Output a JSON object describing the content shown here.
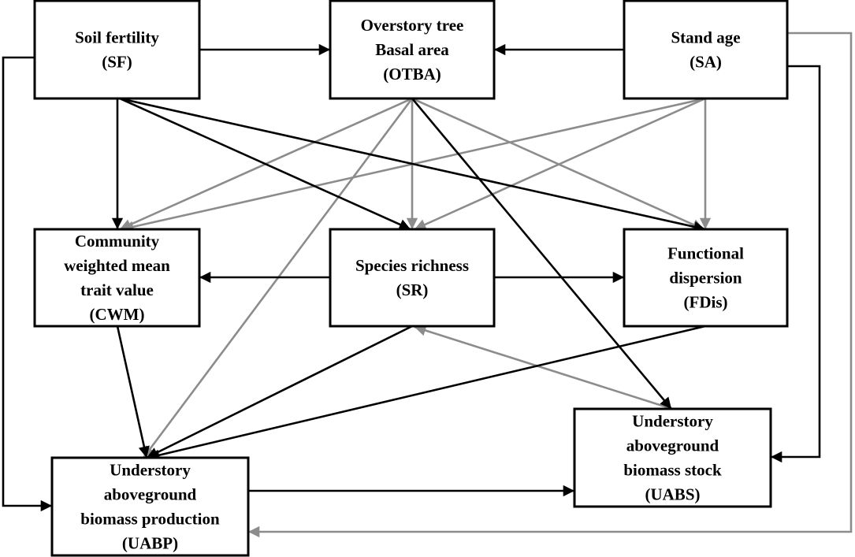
{
  "title": "Structural equation model path diagram",
  "colors": {
    "positive_path": "#000000",
    "negative_path": "#8c8c8c",
    "box_border": "#000000",
    "background": "#ffffff"
  },
  "nodes": {
    "SF": {
      "lines": [
        "Soil fertility",
        "(SF)"
      ]
    },
    "OTBA": {
      "lines": [
        "Overstory tree",
        "Basal area",
        "(OTBA)"
      ]
    },
    "SA": {
      "lines": [
        "Stand age",
        "(SA)"
      ]
    },
    "CWM": {
      "lines": [
        "Community",
        "weighted mean",
        "trait value",
        "(CWM)"
      ]
    },
    "SR": {
      "lines": [
        "Species richness",
        "(SR)"
      ]
    },
    "FDis": {
      "lines": [
        "Functional",
        "dispersion",
        "(FDis)"
      ]
    },
    "UABP": {
      "lines": [
        "Understory",
        "aboveground",
        "biomass production",
        "(UABP)"
      ]
    },
    "UABS": {
      "lines": [
        "Understory",
        "aboveground",
        "biomass stock",
        "(UABS)"
      ]
    }
  },
  "edges": [
    {
      "from": "SF",
      "to": "OTBA",
      "sign": "positive"
    },
    {
      "from": "SA",
      "to": "OTBA",
      "sign": "positive"
    },
    {
      "from": "SF",
      "to": "CWM",
      "sign": "positive"
    },
    {
      "from": "SF",
      "to": "SR",
      "sign": "positive"
    },
    {
      "from": "SF",
      "to": "FDis",
      "sign": "positive"
    },
    {
      "from": "SF",
      "to": "UABP",
      "sign": "positive"
    },
    {
      "from": "OTBA",
      "to": "CWM",
      "sign": "negative"
    },
    {
      "from": "OTBA",
      "to": "SR",
      "sign": "negative"
    },
    {
      "from": "OTBA",
      "to": "FDis",
      "sign": "negative"
    },
    {
      "from": "OTBA",
      "to": "UABP",
      "sign": "negative"
    },
    {
      "from": "OTBA",
      "to": "UABS",
      "sign": "positive"
    },
    {
      "from": "SA",
      "to": "CWM",
      "sign": "negative"
    },
    {
      "from": "SA",
      "to": "SR",
      "sign": "negative"
    },
    {
      "from": "SA",
      "to": "FDis",
      "sign": "negative"
    },
    {
      "from": "SA",
      "to": "UABP",
      "sign": "negative"
    },
    {
      "from": "SA",
      "to": "UABS",
      "sign": "positive"
    },
    {
      "from": "SR",
      "to": "CWM",
      "sign": "positive"
    },
    {
      "from": "SR",
      "to": "FDis",
      "sign": "positive"
    },
    {
      "from": "SR",
      "to": "UABP",
      "sign": "positive"
    },
    {
      "from": "CWM",
      "to": "UABP",
      "sign": "positive"
    },
    {
      "from": "FDis",
      "to": "UABP",
      "sign": "positive"
    },
    {
      "from": "UABS",
      "to": "SR",
      "sign": "negative"
    },
    {
      "from": "UABP",
      "to": "UABS",
      "sign": "positive"
    }
  ]
}
